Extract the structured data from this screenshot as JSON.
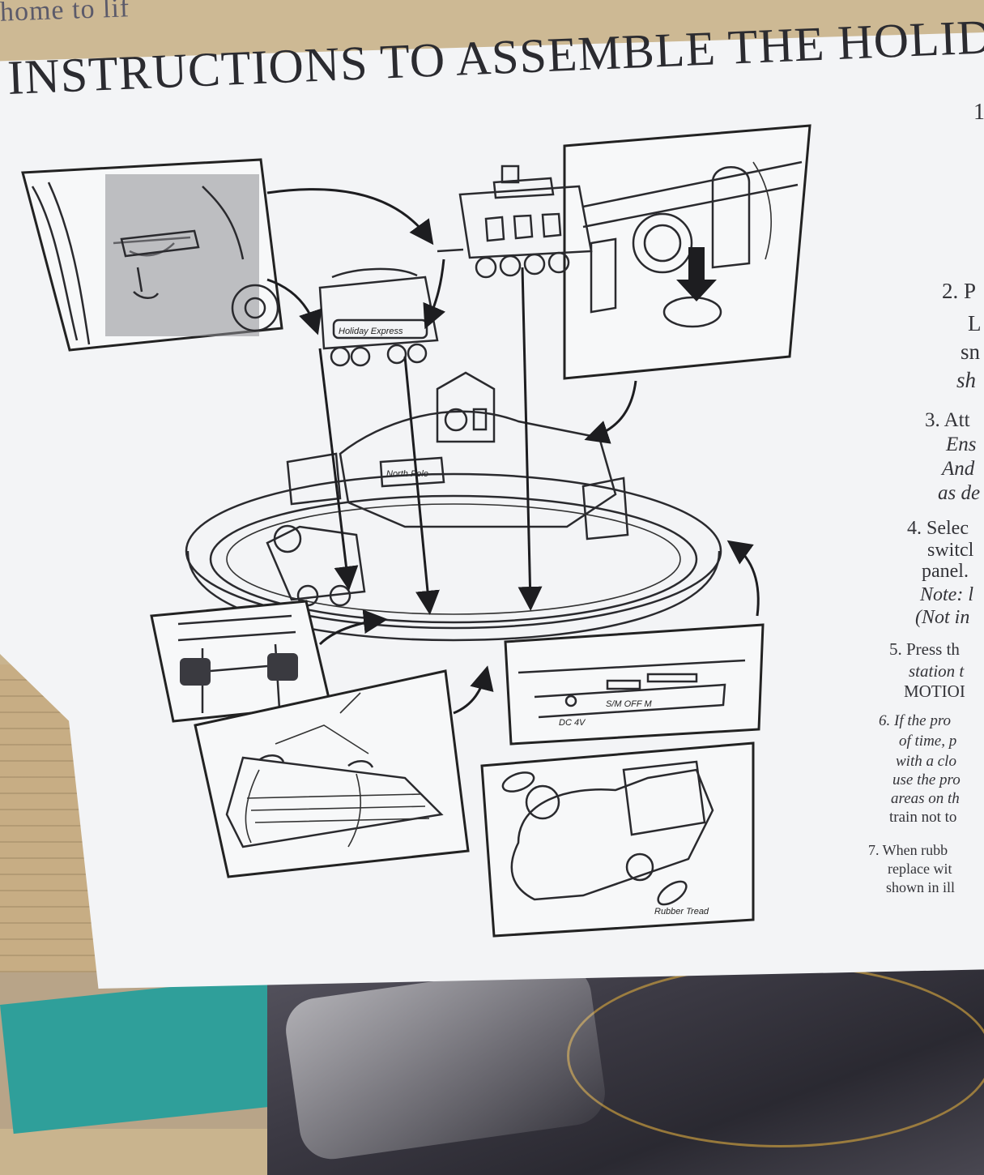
{
  "background_text": "home to lif",
  "title": "INSTRUCTIONS TO ASSEMBLE THE HOLIDA",
  "steps": {
    "s1": "1",
    "s2a": "2. P",
    "s2b": "L",
    "s2c": "sn",
    "s2d": "sh",
    "s3a": "3. Att",
    "s3b": "Ens",
    "s3c": "And",
    "s3d": "as de",
    "s4a": "4. Selec",
    "s4b": "switcl",
    "s4c": "panel.",
    "s4d": "Note: l",
    "s4e": "(Not in",
    "s5a": "5. Press th",
    "s5b": "station t",
    "s5c": "MOTIOI",
    "s6a": "6. If the pro",
    "s6b": "of time, p",
    "s6c": "with a clo",
    "s6d": "use the pro",
    "s6e": "areas on th",
    "s6f": "train not to",
    "s7a": "7. When rubb",
    "s7b": "replace wit",
    "s7c": "shown in ill"
  },
  "illustration": {
    "car_sign": "Holiday Express",
    "station_sign": "North Pole",
    "switch_label": "S/M OFF M",
    "power_label": "DC 4V",
    "tire_label": "Rubber Tread"
  },
  "colors": {
    "paper": "#f3f4f6",
    "ink": "#2a2a2e",
    "cardboard": "#c9b48e",
    "bag": "#3c3a44",
    "teal": "#2f9f9a"
  }
}
